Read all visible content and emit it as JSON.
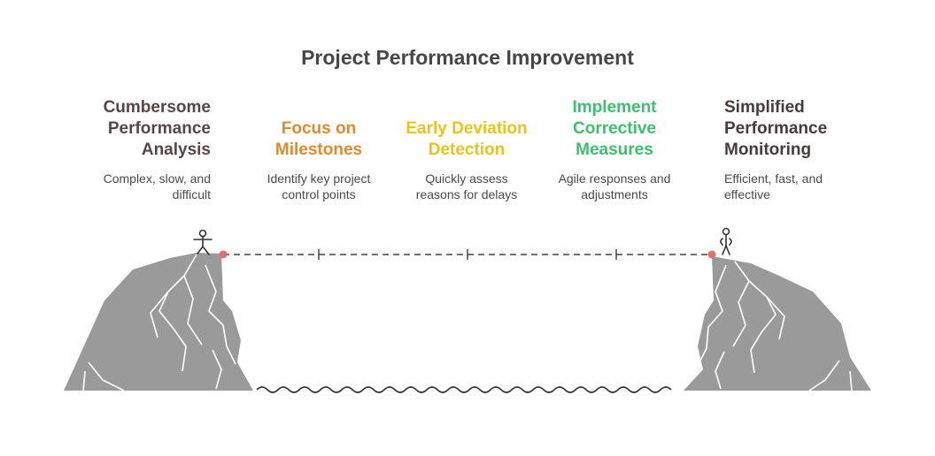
{
  "title": "Project Performance Improvement",
  "stages": [
    {
      "heading": [
        "Cumbersome",
        "Performance",
        "Analysis"
      ],
      "description": [
        "Complex, slow, and",
        "difficult"
      ],
      "color": "#5a4546"
    },
    {
      "heading": [
        "Focus on",
        "Milestones"
      ],
      "description": [
        "Identify key project",
        "control points"
      ],
      "color": "#e08a2e"
    },
    {
      "heading": [
        "Early Deviation",
        "Detection"
      ],
      "description": [
        "Quickly assess",
        "reasons for delays"
      ],
      "color": "#e6c51b"
    },
    {
      "heading": [
        "Implement",
        "Corrective",
        "Measures"
      ],
      "description": [
        "Agile responses and",
        "adjustments"
      ],
      "color": "#3cbf6f"
    },
    {
      "heading": [
        "Simplified",
        "Performance",
        "Monitoring"
      ],
      "description": [
        "Efficient, fast, and",
        "effective"
      ],
      "color": "#4a3a3b"
    }
  ],
  "colors": {
    "rock": "#9a9a9a",
    "rope_end": "#e46d6d",
    "line": "#444444"
  }
}
